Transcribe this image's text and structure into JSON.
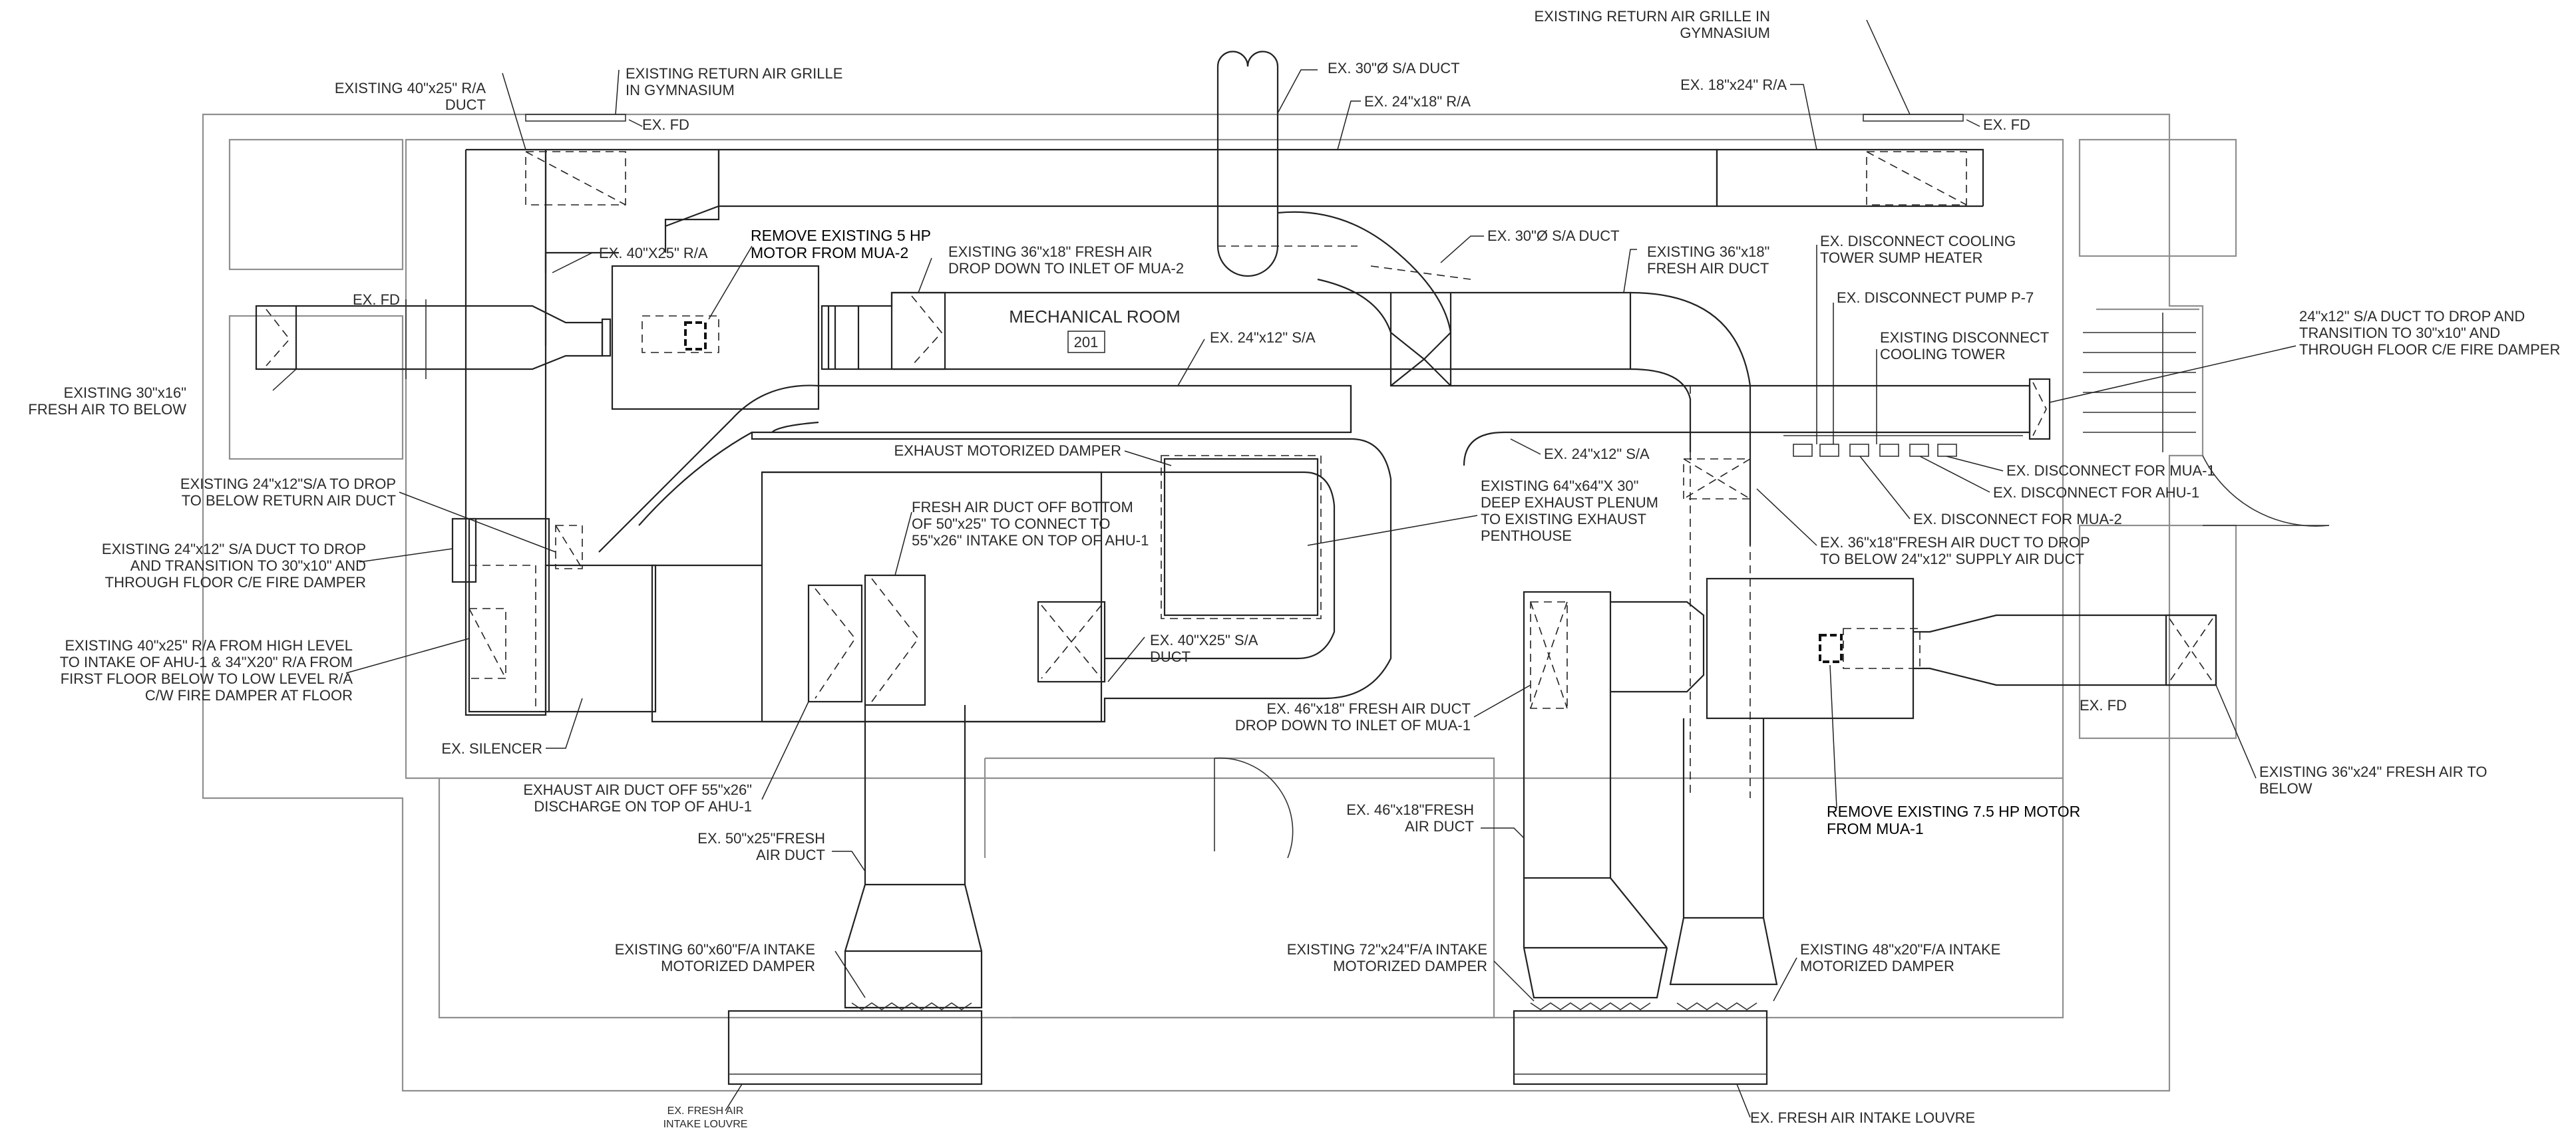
{
  "room": {
    "name": "MECHANICAL ROOM",
    "number": "201"
  },
  "labels": {
    "ret_grille_gym_left_1": "EXISTING RETURN AIR GRILLE",
    "ret_grille_gym_left_2": "IN GYMNASIUM",
    "ret_grille_gym_right_1": "EXISTING RETURN AIR GRILLE IN",
    "ret_grille_gym_right_2": "GYMNASIUM",
    "ra_40x25_1": "EXISTING 40\"x25\" R/A",
    "ra_40x25_2": "DUCT",
    "ex_fd_top_left": "EX. FD",
    "ex_fd_top_right": "EX. FD",
    "ex_fd_left": "EX. FD",
    "ex_fd_right": "EX. FD",
    "sa_30_duct_top": "EX. 30\"Ø S/A DUCT",
    "ra_24x18": "EX. 24\"x18\" R/A",
    "ra_18x24": "EX. 18\"x24\" R/A",
    "ra_ex_40x25": "EX. 40\"X25\" R/A",
    "remove_5hp_1": "REMOVE EXISTING 5 HP",
    "remove_5hp_2": "MOTOR FROM MUA-2",
    "fa_36x18_mua2_1": "EXISTING 36\"x18\" FRESH AIR",
    "fa_36x18_mua2_2": "DROP DOWN TO INLET OF MUA-2",
    "sa_30_duct_mid": "EX. 30\"Ø S/A DUCT",
    "fa_36x18_right_1": "EXISTING 36\"x18\"",
    "fa_36x18_right_2": "FRESH AIR DUCT",
    "disc_sump_1": "EX. DISCONNECT COOLING",
    "disc_sump_2": "TOWER SUMP HEATER",
    "disc_pump": "EX. DISCONNECT PUMP P-7",
    "disc_tower_1": "EXISTING DISCONNECT",
    "disc_tower_2": "COOLING TOWER",
    "sa_24x12_drop_right_1": "24\"x12\" S/A DUCT TO DROP AND",
    "sa_24x12_drop_right_2": "TRANSITION TO 30\"x10\" AND",
    "sa_24x12_drop_right_3": "THROUGH FLOOR C/E FIRE DAMPER",
    "fa_30x16_1": "EXISTING 30\"x16\"",
    "fa_30x16_2": "FRESH AIR TO BELOW",
    "sa_24x12_top": "EX. 24\"x12\" S/A",
    "sa_24x12_right": "EX. 24\"x12\" S/A",
    "disc_mua1": "EX. DISCONNECT FOR MUA-1",
    "disc_ahu1": "EX. DISCONNECT FOR AHU-1",
    "disc_mua2": "EX. DISCONNECT FOR MUA-2",
    "sa_24x12_drop_ra_1": "EXISTING 24\"x12\"S/A TO DROP",
    "sa_24x12_drop_ra_2": "TO BELOW RETURN AIR DUCT",
    "exh_damper": "EXHAUST MOTORIZED DAMPER",
    "fa_50x25_1": "FRESH AIR DUCT OFF BOTTOM",
    "fa_50x25_2": "OF 50\"x25\" TO CONNECT TO",
    "fa_50x25_3": "55\"x26\" INTAKE ON TOP OF AHU-1",
    "plenum_1": "EXISTING 64\"x64\"X 30\"",
    "plenum_2": "DEEP EXHAUST PLENUM",
    "plenum_3": "TO EXISTING EXHAUST",
    "plenum_4": "PENTHOUSE",
    "fa_36x18_drop_1": "EX. 36\"x18\"FRESH AIR DUCT TO DROP",
    "fa_36x18_drop_2": "TO BELOW 24\"x12\" SUPPLY AIR DUCT",
    "sa_24x12_drop_left_1": "EXISTING 24\"x12\" S/A DUCT TO DROP",
    "sa_24x12_drop_left_2": "AND TRANSITION TO 30\"x10\" AND",
    "sa_24x12_drop_left_3": "THROUGH FLOOR C/E FIRE DAMPER",
    "sa_40x25_1": "EX. 40\"X25\" S/A",
    "sa_40x25_2": "DUCT",
    "ra_40x25_high_1": "EXISTING 40\"x25\" R/A FROM HIGH LEVEL",
    "ra_40x25_high_2": "TO INTAKE OF AHU-1 & 34\"X20\" R/A FROM",
    "ra_40x25_high_3": "FIRST FLOOR BELOW TO LOW LEVEL R/A",
    "ra_40x25_high_4": "C/W FIRE DAMPER AT FLOOR",
    "fa_46x18_mua1_1": "EX. 46\"x18\" FRESH AIR DUCT",
    "fa_46x18_mua1_2": "DROP DOWN TO INLET OF MUA-1",
    "silencer": "EX. SILENCER",
    "exhaust_55x26_1": "EXHAUST AIR DUCT OFF 55\"x26\"",
    "exhaust_55x26_2": "DISCHARGE  ON TOP OF AHU-1",
    "fa_36x24_1": "EXISTING 36\"x24\" FRESH AIR TO",
    "fa_36x24_2": "BELOW",
    "remove_75hp_1": "REMOVE EXISTING 7.5 HP MOTOR",
    "remove_75hp_2": "FROM MUA-1",
    "fa_50x25_duct_1": "EX. 50\"x25\"FRESH",
    "fa_50x25_duct_2": "AIR DUCT",
    "fa_46x18_duct_1": "EX. 46\"x18\"FRESH",
    "fa_46x18_duct_2": "AIR DUCT",
    "intake_60x60_1": "EXISTING 60\"x60\"F/A INTAKE",
    "intake_60x60_2": "MOTORIZED DAMPER",
    "intake_72x24_1": "EXISTING 72\"x24\"F/A INTAKE",
    "intake_72x24_2": "MOTORIZED DAMPER",
    "intake_48x20_1": "EXISTING 48\"x20\"F/A INTAKE",
    "intake_48x20_2": "MOTORIZED DAMPER",
    "louvre_left_1": "EX. FRESH AIR",
    "louvre_left_2": "INTAKE LOUVRE",
    "louvre_right": "EX. FRESH AIR INTAKE LOUVRE"
  }
}
